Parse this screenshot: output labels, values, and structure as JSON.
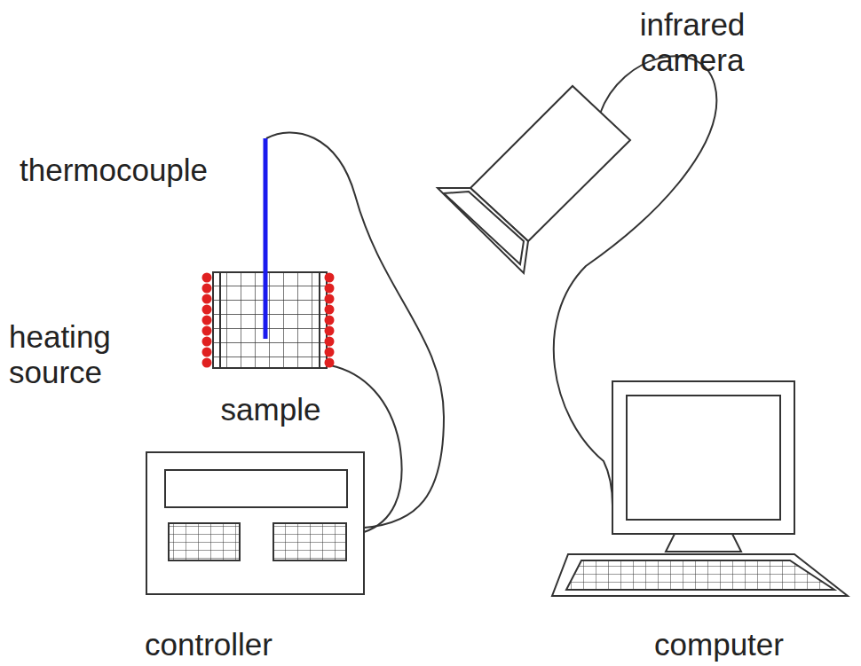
{
  "diagram": {
    "labels": [
      "infrared camera",
      "thermocouple",
      "heating source",
      "sample",
      "controller",
      "computer"
    ]
  }
}
